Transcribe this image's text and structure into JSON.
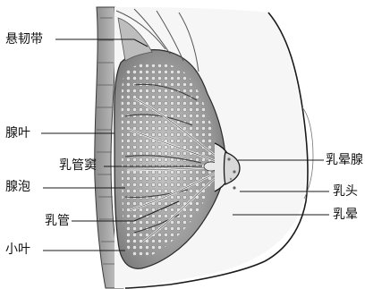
{
  "labels": {
    "suspensory_ligament": "悬韧带",
    "lobe": "腺叶",
    "lactiferous_sinus": "乳管窦",
    "alveolus": "腺泡",
    "lactiferous_duct": "乳管",
    "lobule": "小叶",
    "areolar_gland": "乳晕腺",
    "nipple": "乳头",
    "areola": "乳晕"
  },
  "colors": {
    "line": "#1a1a1a",
    "tissue_dark": "#6e6e6e",
    "tissue_mid": "#a9a9a9",
    "tissue_light": "#d6d6d6",
    "skin": "#f4f4f4"
  }
}
